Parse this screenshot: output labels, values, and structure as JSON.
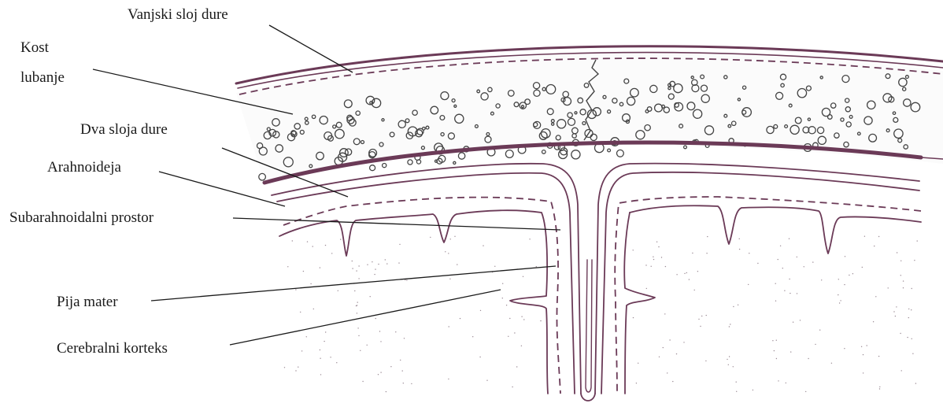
{
  "labels": {
    "outer_dura": "Vanjski sloj dure",
    "skull_line1": "Kost",
    "skull_line2": "lubanje",
    "two_dura": "Dva sloja dure",
    "arachnoid": "Arahnoideja",
    "subarachnoid": "Subarahnoidalni prostor",
    "pia": "Pija mater",
    "cortex": "Cerebralni korteks"
  },
  "colors": {
    "membrane": "#6b3a57",
    "text": "#1a1a1a",
    "bone_bubbles": "#444444"
  }
}
